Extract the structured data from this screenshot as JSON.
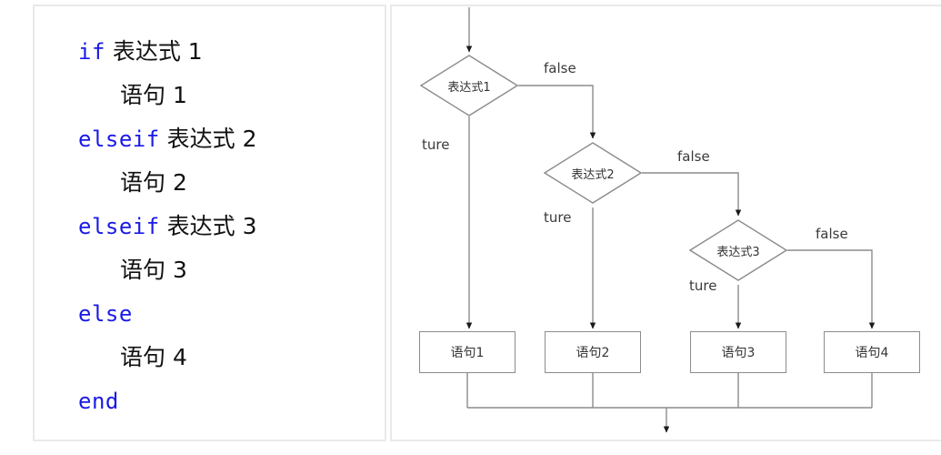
{
  "code_panel": {
    "lines": [
      {
        "keyword": "if",
        "text": " 表达式 1",
        "indented": false
      },
      {
        "keyword": "",
        "text": "语句 1",
        "indented": true
      },
      {
        "keyword": "elseif",
        "text": " 表达式 2",
        "indented": false
      },
      {
        "keyword": "",
        "text": "语句 2",
        "indented": true
      },
      {
        "keyword": "elseif",
        "text": " 表达式 3",
        "indented": false
      },
      {
        "keyword": "",
        "text": "语句 3",
        "indented": true
      },
      {
        "keyword": "else",
        "text": "",
        "indented": false
      },
      {
        "keyword": "",
        "text": "语句 4",
        "indented": true
      },
      {
        "keyword": "end",
        "text": "",
        "indented": false
      }
    ],
    "keyword_color": "#1a1ae6",
    "text_color": "#111111"
  },
  "flowchart": {
    "line_color": "#8c8c8c",
    "arrow_color": "#1a1a1a",
    "decisions": [
      {
        "label": "表达式1"
      },
      {
        "label": "表达式2"
      },
      {
        "label": "表达式3"
      }
    ],
    "processes": [
      {
        "label": "语句1"
      },
      {
        "label": "语句2"
      },
      {
        "label": "语句3"
      },
      {
        "label": "语句4"
      }
    ],
    "edge_labels": {
      "false_1": "false",
      "true_1": "ture",
      "false_2": "false",
      "true_2": "ture",
      "false_3": "false",
      "true_3": "ture"
    }
  }
}
